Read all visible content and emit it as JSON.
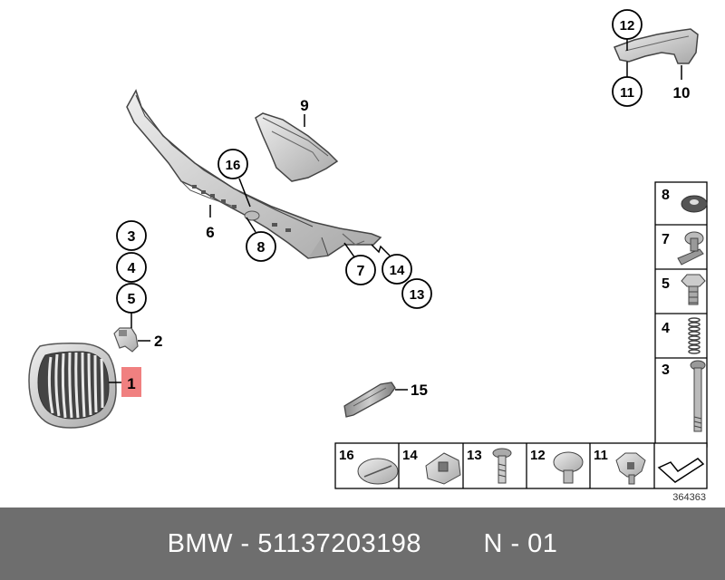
{
  "diagram_id": "364363",
  "footer": {
    "brand": "BMW",
    "separator": " - ",
    "part_number": "51137203198",
    "note": "N - 01"
  },
  "callouts": {
    "c1": "1",
    "c2": "2",
    "c3": "3",
    "c4": "4",
    "c5": "5",
    "c6": "6",
    "c7": "7",
    "c8": "8",
    "c9": "9",
    "c10": "10",
    "c11": "11",
    "c12": "12",
    "c13": "13",
    "c14": "14",
    "c15": "15",
    "c16": "16"
  },
  "side_legend": [
    "8",
    "7",
    "5",
    "4",
    "3"
  ],
  "bottom_legend": [
    "16",
    "14",
    "13",
    "12",
    "11"
  ],
  "colors": {
    "highlight": "#f08080",
    "part_fill": "#d8d8d8",
    "part_stroke": "#555555",
    "footer_bg": "#6e6e6e"
  }
}
